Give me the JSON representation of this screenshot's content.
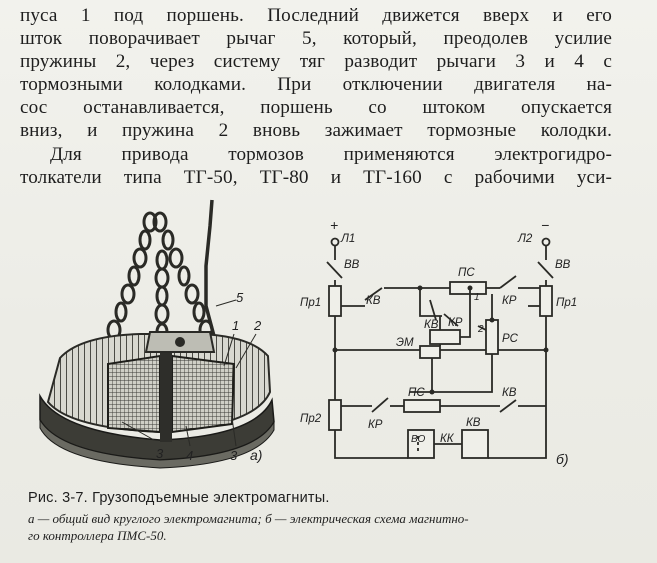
{
  "body_text": {
    "lines": [
      "пуса 1 под поршень. Последний движется вверх и его",
      "шток поворачивает рычаг 5, который, преодолев усилие",
      "пружины 2, через систему тяг разводит рычаги 3 и 4 с",
      "тормозными колодками. При отключении двигателя на-",
      "сос останавливается, поршень со штоком опускается",
      "вниз, и пружина 2 вновь зажимает тормозные колодки.",
      "Для привода тормозов применяются электрогидро-",
      "толкатели типа ТГ-50, ТГ-80 и ТГ-160 с рабочими уси-"
    ]
  },
  "figure": {
    "magnet_labels": {
      "l5": "5",
      "l1": "1",
      "l2": "2",
      "l3a": "3",
      "l4": "4",
      "l3b": "3",
      "panel": "а)"
    },
    "circuit_labels": {
      "plus": "+",
      "minus": "−",
      "l1": "Л1",
      "l2": "Л2",
      "vv_left": "ВВ",
      "vv_right": "ВВ",
      "pr1_left": "Пр1",
      "pr1_right": "Пр1",
      "pr2": "Пр2",
      "kv_top": "КВ",
      "ps_top": "ПС",
      "kr_top": "КР",
      "kv_mid": "КВ",
      "kr_mid": "КР",
      "em": "ЭМ",
      "rs": "РС",
      "n1": "1",
      "n2": "2",
      "kr_bottom": "КР",
      "ps_bottom": "ПС",
      "kv_bottom": "КВ",
      "vo": "ВО",
      "kk": "КК",
      "kv_coil": "КВ",
      "panel": "б)"
    }
  },
  "caption": {
    "title": "Рис. 3-7. Грузоподъемные электромагниты.",
    "sub_lines": [
      "а — общий вид круглого электромагнита; б — электрическая схема магнитно-",
      "го контроллера ПМС-50."
    ]
  }
}
